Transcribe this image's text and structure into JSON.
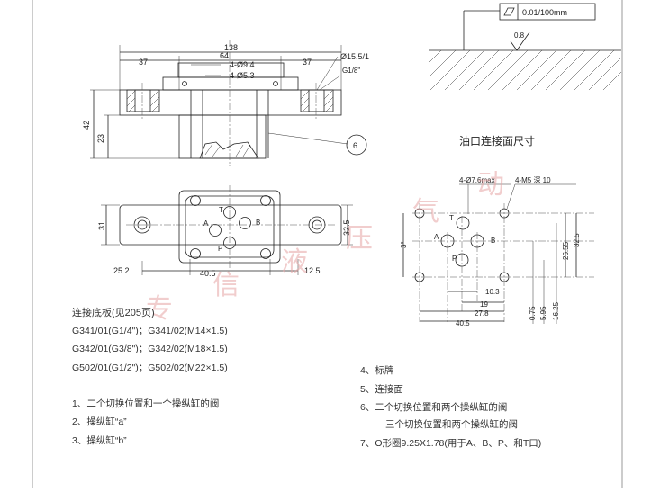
{
  "diagram": {
    "roughness_box": "0.01/100mm",
    "surface_finish": "0.8",
    "section_title": "油口连接面尺寸",
    "top_view_dims": {
      "overall": "138",
      "left": "37",
      "mid": "64",
      "right": "37",
      "port_holes": "4-Ø9.4",
      "bolt_holes": "4-Ø5.3",
      "flange_hole": "Ø15.5/1",
      "thread": "G1/8\"",
      "height_42": "42",
      "height_23": "23",
      "callout": "6"
    },
    "plan_view_dims": {
      "width_31": "31",
      "height_32_5": "32.5",
      "left_25_2": "25.2",
      "center_40_5": "40.5",
      "right_12_5": "12.5",
      "port_T": "T",
      "port_A": "A",
      "port_B": "B",
      "port_P": "P"
    },
    "interface_dims": {
      "holes_label": "4-Ø7.6max",
      "thread_label": "4-M5 深 10",
      "d3": "3°",
      "d26_55": "26.55",
      "d32_5": "32.5",
      "d10_3": "10.3",
      "d19": "19",
      "d27_8": "27.8",
      "d40_5": "40.5",
      "d0_75": "0.75",
      "d5_95": "5.95",
      "d16_25": "16.25",
      "port_T": "T",
      "port_A": "A",
      "port_B": "B",
      "port_P": "P"
    }
  },
  "subplates": {
    "title": "连接底板(见205页)",
    "lines": [
      "G341/01(G1/4\")；G341/02(M14×1.5)",
      "G342/01(G3/8\")；G342/02(M18×1.5)",
      "G502/01(G1/2\")；G502/02(M22×1.5)"
    ]
  },
  "legend_left": [
    "1、二个切换位置和一个操纵缸的阀",
    "2、操纵缸“a”",
    "3、操纵缸“b”"
  ],
  "legend_right": [
    "4、标牌",
    "5、连接面",
    "6、二个切换位置和两个操纵缸的阀",
    "三个切换位置和两个操纵缸的阀",
    "7、O形圈9.25X1.78(用于A、B、P、和T口)"
  ],
  "watermark": [
    "专",
    "信",
    "液",
    "压",
    "气",
    "动"
  ]
}
